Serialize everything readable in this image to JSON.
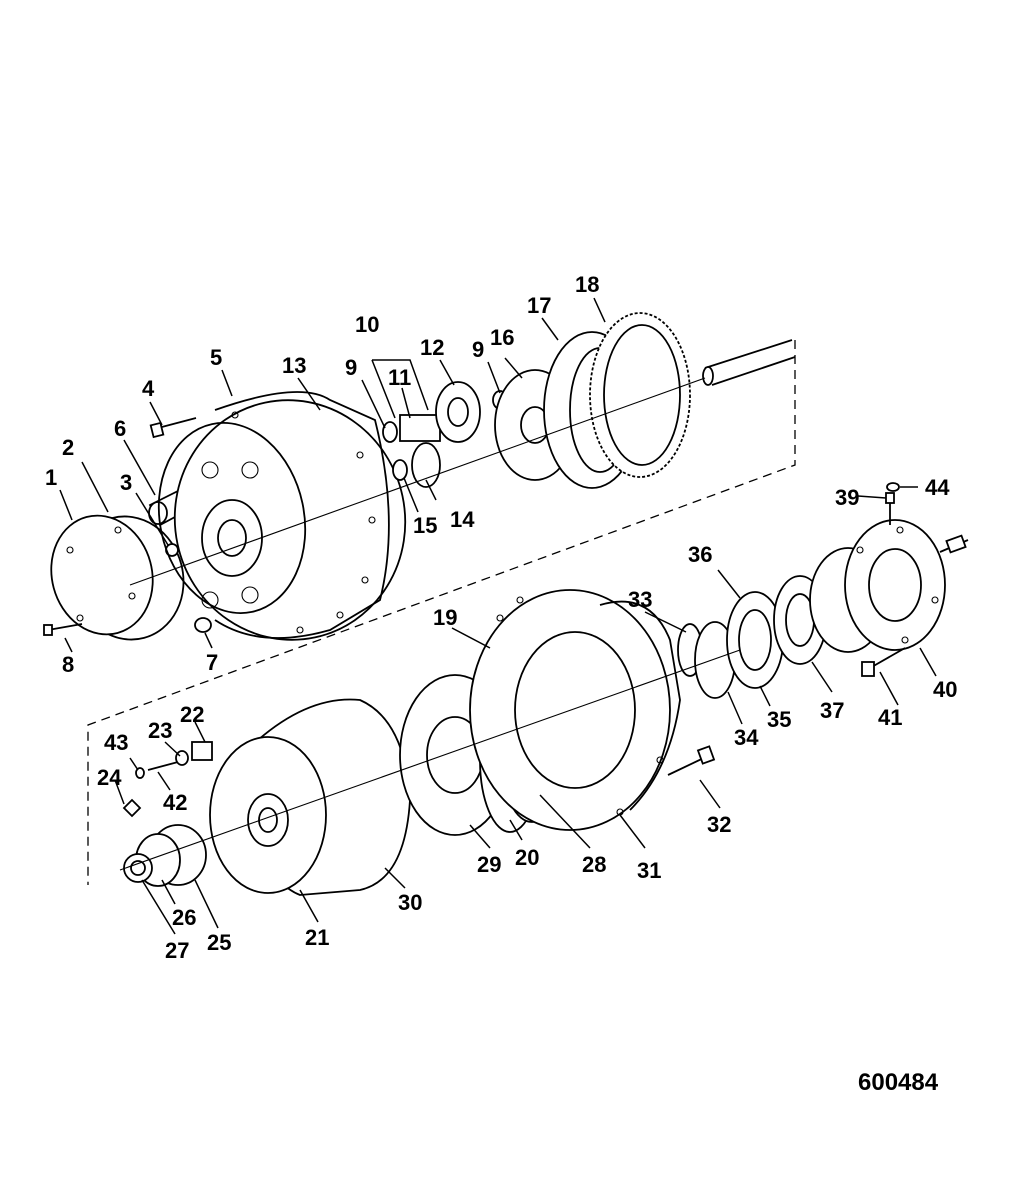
{
  "diagram_id": "600484",
  "callouts": [
    "1",
    "2",
    "3",
    "4",
    "5",
    "6",
    "7",
    "8",
    "9",
    "9",
    "10",
    "11",
    "12",
    "13",
    "14",
    "15",
    "16",
    "17",
    "18",
    "19",
    "20",
    "21",
    "22",
    "23",
    "24",
    "25",
    "26",
    "27",
    "28",
    "29",
    "30",
    "31",
    "32",
    "33",
    "34",
    "35",
    "36",
    "37",
    "39",
    "40",
    "41",
    "42",
    "43",
    "44"
  ]
}
